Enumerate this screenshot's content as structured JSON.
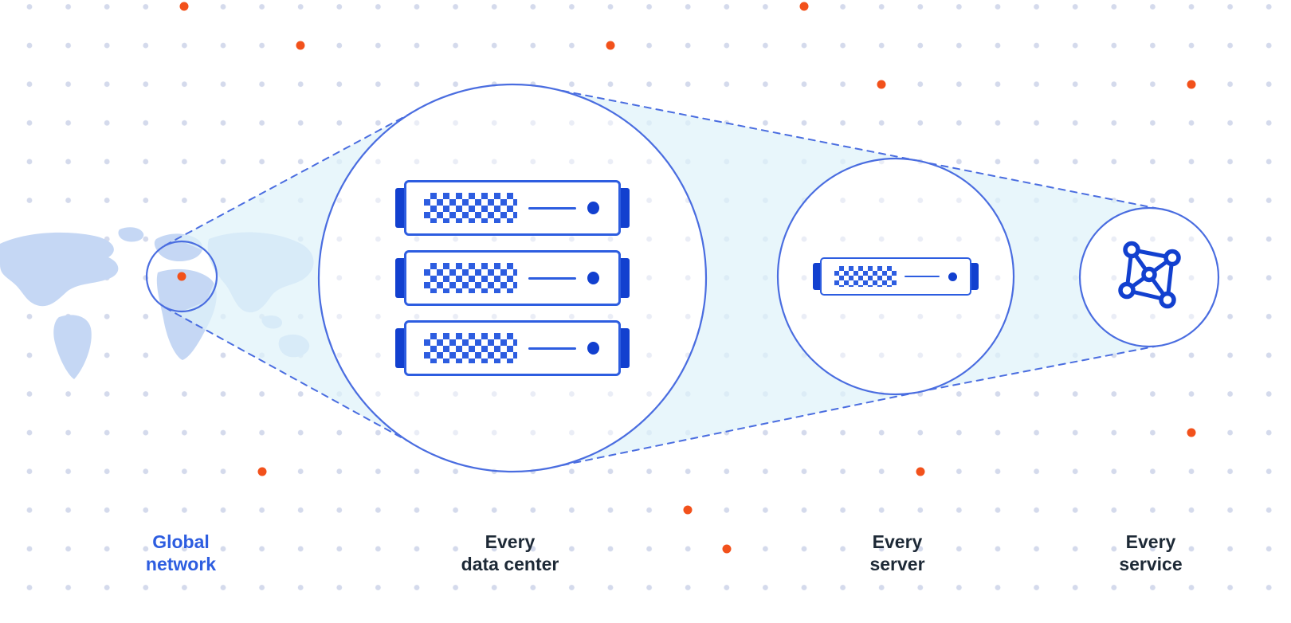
{
  "stages": [
    {
      "id": "global-network",
      "label": "Global\nnetwork"
    },
    {
      "id": "every-data-center",
      "label": "Every\ndata center"
    },
    {
      "id": "every-server",
      "label": "Every\nserver"
    },
    {
      "id": "every-service",
      "label": "Every\nservice"
    }
  ],
  "icons": {
    "map": "world-map",
    "marker": "location-dot",
    "server": "rack-server-icon",
    "mesh": "network-mesh-icon"
  },
  "colors": {
    "circle_blue": "#4a6de0",
    "server_blue": "#2d5de0",
    "server_dark": "#1240cf",
    "beam_fill": "#dff2f9",
    "dot_gray": "#d4daec",
    "accent_orange": "#f2511b",
    "map_blue": "#c5d7f4",
    "label_dark": "#1d2936",
    "label_blue": "#2d5de0"
  }
}
